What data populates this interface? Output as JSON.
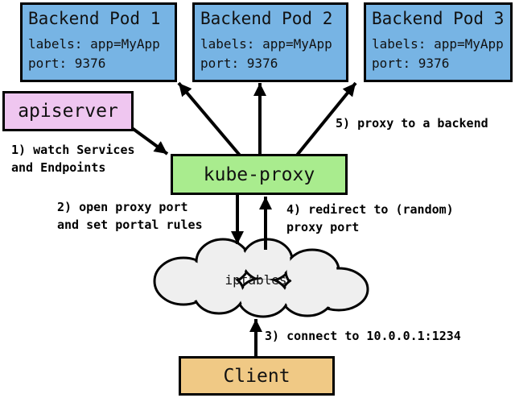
{
  "diagram": {
    "pods": [
      {
        "title": "Backend Pod 1",
        "labels_line": "labels: app=MyApp",
        "port_line": "port: 9376"
      },
      {
        "title": "Backend Pod 2",
        "labels_line": "labels: app=MyApp",
        "port_line": "port: 9376"
      },
      {
        "title": "Backend Pod 3",
        "labels_line": "labels: app=MyApp",
        "port_line": "port: 9376"
      }
    ],
    "nodes": {
      "apiserver": "apiserver",
      "kube_proxy": "kube-proxy",
      "iptables": "iptables",
      "client": "Client"
    },
    "annotations": {
      "step1": "1) watch Services\nand Endpoints",
      "step2": "2) open proxy port\nand set portal rules",
      "step3": "3) connect to 10.0.0.1:1234",
      "step4": "4) redirect to (random)\nproxy port",
      "step5": "5) proxy to a backend"
    },
    "colors": {
      "pod_fill": "#77B4E4",
      "apiserver_fill": "#EFC6F0",
      "kube_proxy_fill": "#A9EC8E",
      "client_fill": "#F0C985",
      "cloud_fill": "#EFEFEF",
      "outline": "#000000"
    }
  }
}
